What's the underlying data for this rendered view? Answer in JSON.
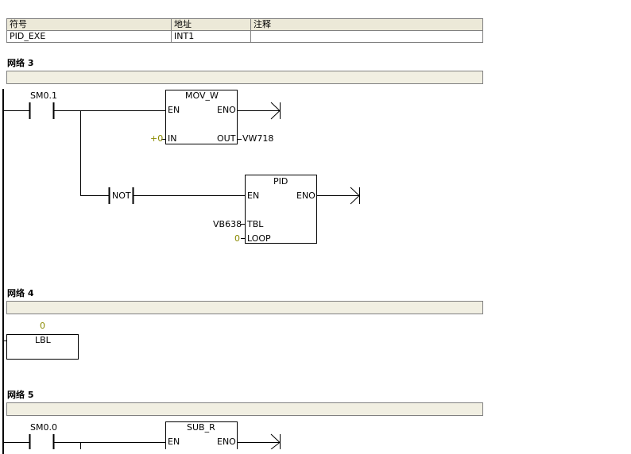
{
  "symbol_table": {
    "headers": [
      "符号",
      "地址",
      "注释"
    ],
    "rows": [
      [
        "PID_EXE",
        "INT1",
        ""
      ]
    ]
  },
  "networks": [
    {
      "title": "网络 3",
      "contacts": [
        {
          "label": "SM0.1"
        }
      ],
      "mov_w": {
        "name": "MOV_W",
        "en": "EN",
        "eno": "ENO",
        "in": "IN",
        "out": "OUT",
        "in_value": "+0",
        "out_value": "VW718"
      },
      "not": "NOT",
      "pid": {
        "name": "PID",
        "en": "EN",
        "eno": "ENO",
        "tbl": "TBL",
        "loop": "LOOP",
        "tbl_value": "VB638",
        "loop_value": "0"
      }
    },
    {
      "title": "网络 4",
      "lbl": {
        "name": "LBL",
        "value": "0"
      }
    },
    {
      "title": "网络 5",
      "contacts": [
        {
          "label": "SM0.0"
        }
      ],
      "sub_r": {
        "name": "SUB_R",
        "en": "EN",
        "eno": "ENO"
      }
    }
  ]
}
